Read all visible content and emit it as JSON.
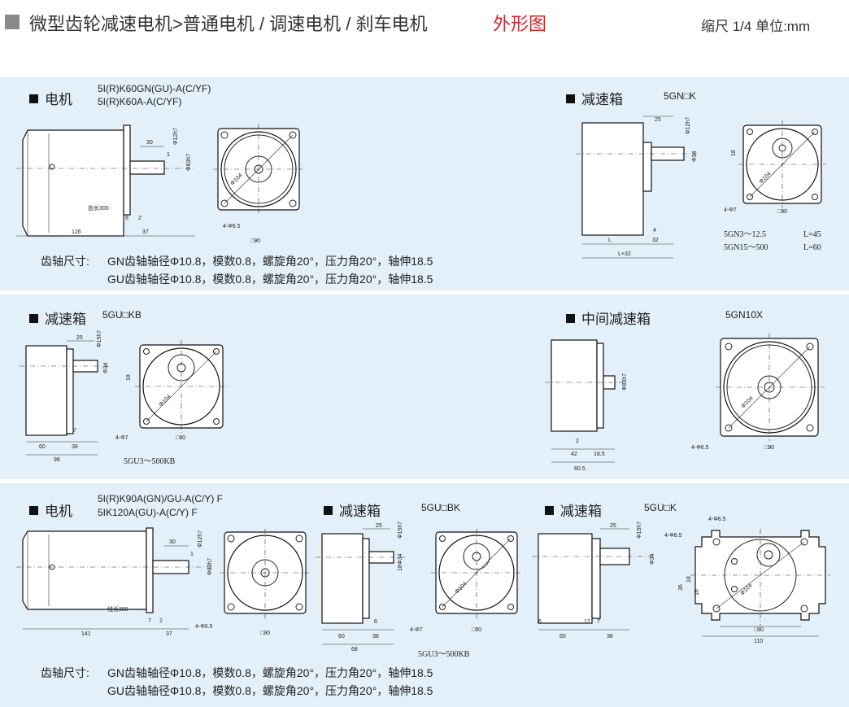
{
  "header": {
    "title": "微型齿轮减速电机>普通电机 / 调速电机 / 刹车电机",
    "title_red": "外形图",
    "scale": "缩尺 1/4 单位:mm",
    "accent_color": "#d8242b",
    "panel_color": "#e3f0f9"
  },
  "s1": {
    "motor_label": "电机",
    "motor_models": [
      "5I(R)K60GN(GU)-A(C/YF)",
      "5I(R)K60A-A(C/YF)"
    ],
    "motor_dims": {
      "len": "126",
      "shaft": "37",
      "d8": "8",
      "d2": "2",
      "d30": "30",
      "d1": "1",
      "phi12": "Φ12h7",
      "phi83": "Φ83h7",
      "flange": "□90",
      "holes": "4-Φ6.5",
      "pcd": "Φ104",
      "lead": "齿长300"
    },
    "gear_label": "减速箱",
    "gear_model": "5GN□K",
    "gear_dims": {
      "d25": "25",
      "phi12": "Φ12h7",
      "phi34": "Φ34",
      "d4": "4",
      "d32": "32",
      "L": "L",
      "Lp32": "L+32",
      "d18": "18",
      "flange": "□90",
      "holes": "4-Φ7",
      "pcd": "Φ104"
    },
    "gear_table": [
      "5GN3～12.5",
      "L=45",
      "5GN15～500",
      "L=60"
    ],
    "spec_label": "齿轴尺寸:",
    "spec_lines": [
      "GN齿轴轴径Φ10.8，模数0.8，螺旋角20°，压力角20°，轴伸18.5",
      "GU齿轴轴径Φ10.8，模数0.8，螺旋角20°，压力角20°，轴伸18.5"
    ]
  },
  "s2": {
    "gear_label": "减速箱",
    "gear_model": "5GU□KB",
    "gear_dims": {
      "d25": "25",
      "phi15": "Φ15h7",
      "phi34": "Φ34",
      "d7": "7",
      "d60": "60",
      "d38": "38",
      "d98": "98",
      "d18": "18",
      "holes": "4-Φ7",
      "flange": "□90",
      "pcd": "Φ104"
    },
    "gear_note": "5GU3～500KB",
    "mid_label": "中间减速箱",
    "mid_model": "5GN10X",
    "mid_dims": {
      "d2": "2",
      "d42": "42",
      "d185": "18.5",
      "d605": "60.5",
      "phi83": "Φ83h7",
      "holes": "4-Φ6.5",
      "flange": "□90",
      "pcd": "Φ104"
    }
  },
  "s3": {
    "motor_label": "电机",
    "motor_models": [
      "5I(R)K90A(GN)/GU-A(C/Y) F",
      "5IK120A(GU)-A(C/Y) F"
    ],
    "motor_dims": {
      "len": "141",
      "d37": "37",
      "d7": "7",
      "d2": "2",
      "d30": "30",
      "d1": "1",
      "phi12": "Φ12h7",
      "phi83": "Φ83h7",
      "holes": "4-Φ6.5",
      "flange": "□90",
      "lead": "线长300"
    },
    "gear1_label": "减速箱",
    "gear1_model": "5GU□BK",
    "gear1_dims": {
      "d25": "25",
      "phi15": "Φ15h7",
      "phi34": "Φ34",
      "d18": "18",
      "d6": "6",
      "d60": "60",
      "d38": "38",
      "d68": "68",
      "holes": "4-Φ7",
      "flange": "□90",
      "pcd": "Φ104"
    },
    "gear1_note": "5GU3～500KB",
    "gear2_label": "减速箱",
    "gear2_model": "5GU□K",
    "gear2_dims": {
      "d25": "25",
      "phi15": "Φ15h7",
      "phi34": "Φ34",
      "d6": "6",
      "d12": "12",
      "d7": "7",
      "d60": "60",
      "d38": "38",
      "d36": "36",
      "d18": "18",
      "d16": "16",
      "d90": "□90",
      "d110": "110",
      "phi8": "4-Φ8.5",
      "holes": "4-Φ6.5",
      "pcd": "Φ104"
    },
    "spec_label": "齿轴尺寸:",
    "spec_lines": [
      "GN齿轴轴径Φ10.8，模数0.8，螺旋角20°，压力角20°，轴伸18.5",
      "GU齿轴轴径Φ10.8，模数0.8，螺旋角20°，压力角20°，轴伸18.5"
    ]
  }
}
